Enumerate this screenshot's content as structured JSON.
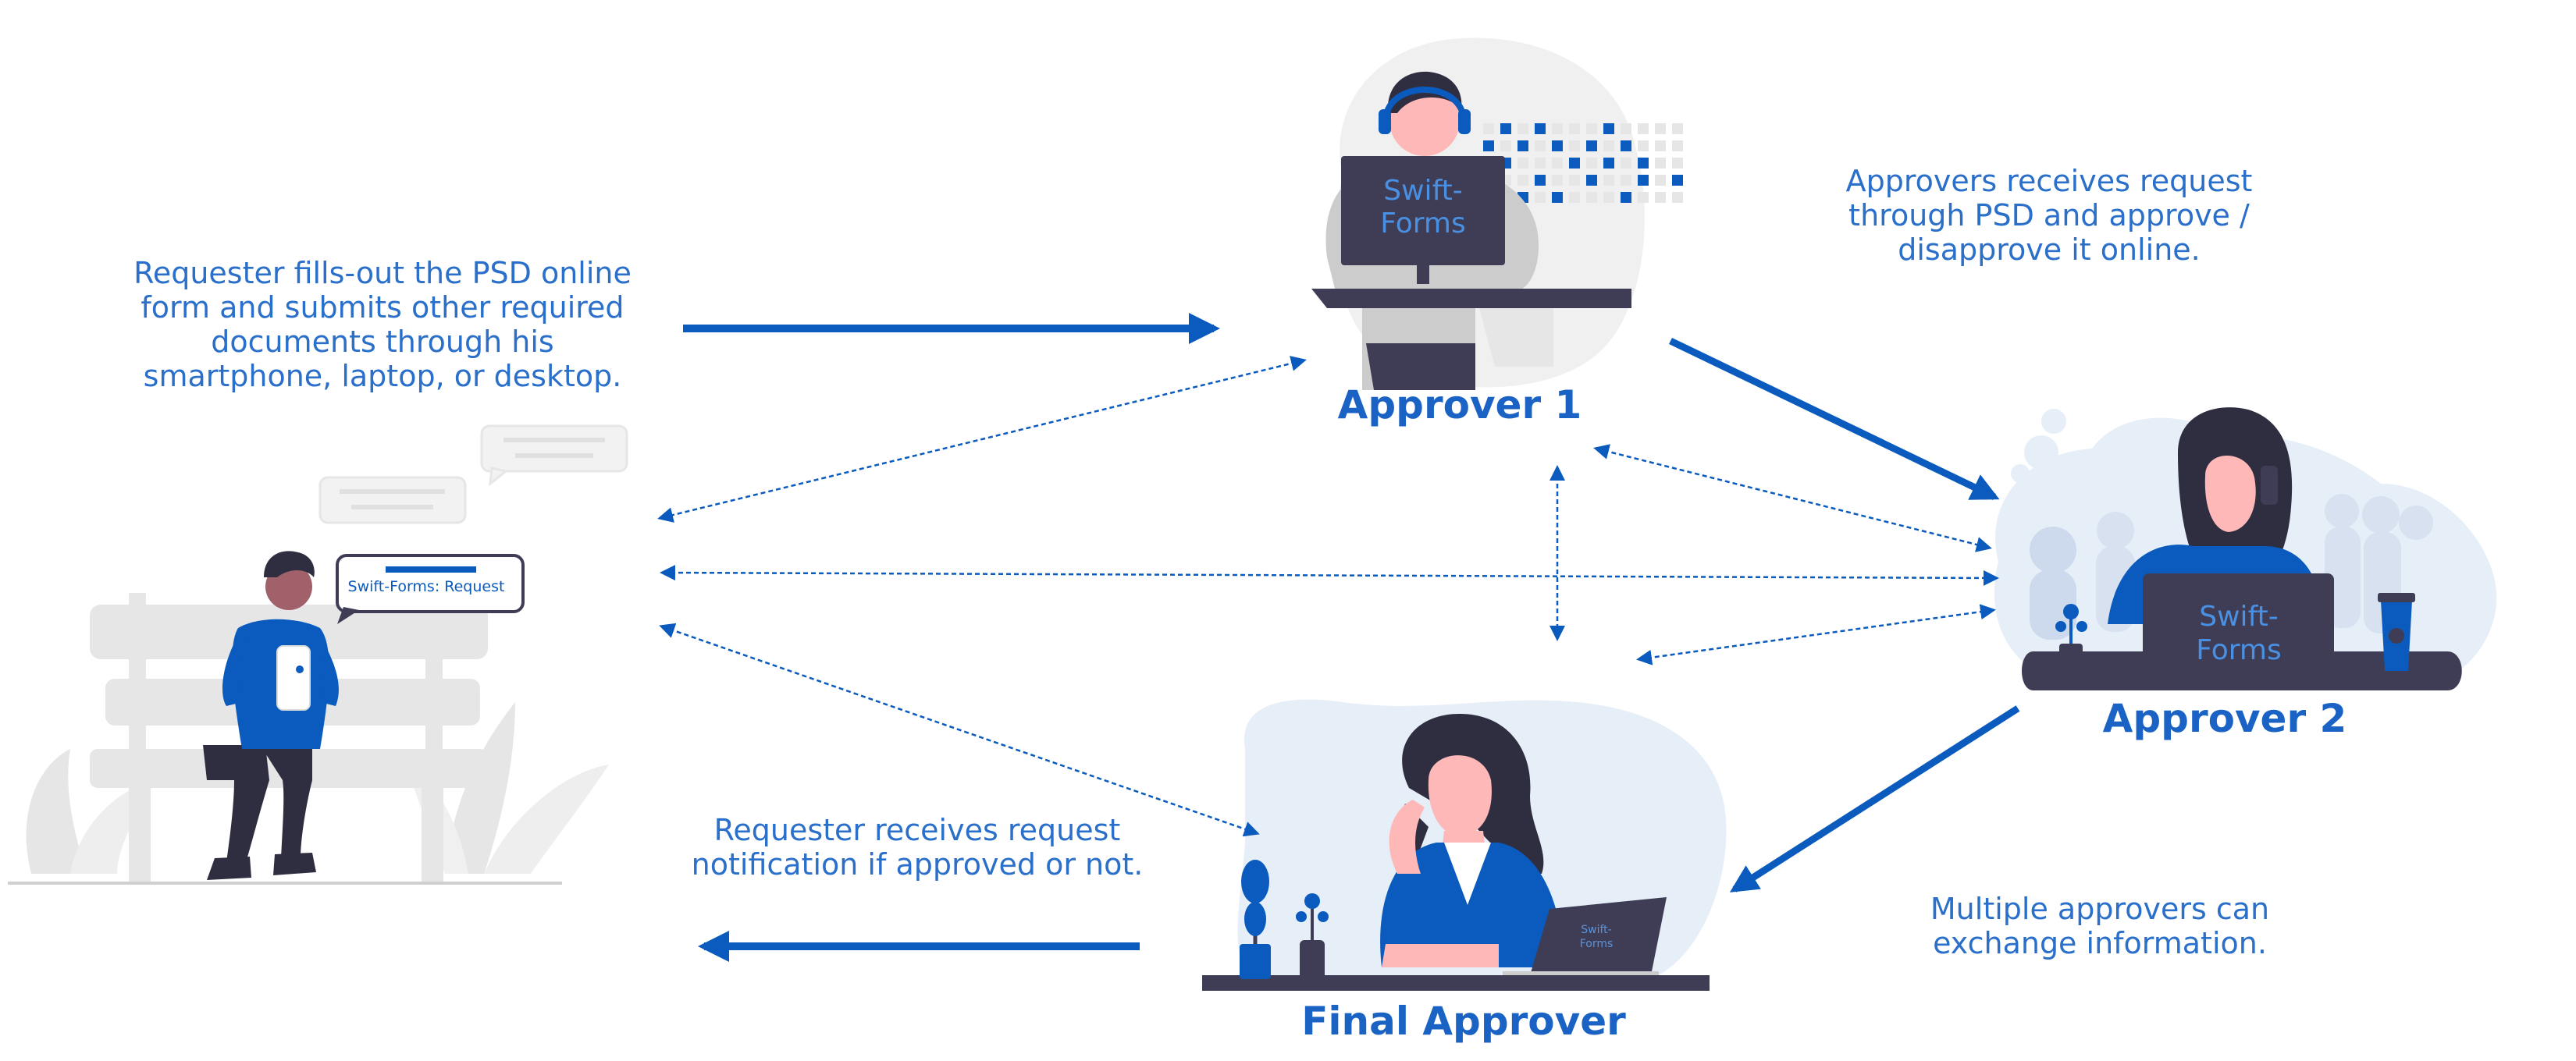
{
  "captions": {
    "requester_submit": [
      "Requester fills-out the PSD online",
      "form and submits other required",
      "documents through his",
      "smartphone, laptop, or desktop."
    ],
    "approvers_receive": [
      "Approvers receives request",
      "through PSD and approve /",
      "disapprove it online."
    ],
    "requester_notified": [
      "Requester receives request",
      "notification if approved or not."
    ],
    "multiple_approvers": [
      "Multiple approvers can",
      "exchange information."
    ]
  },
  "roles": {
    "approver1": "Approver 1",
    "approver2": "Approver 2",
    "final_approver": "Final Approver"
  },
  "screens": {
    "approver1_line1": "Swift-",
    "approver1_line2": "Forms",
    "approver2_line1": "Swift-",
    "approver2_line2": "Forms",
    "final_line1": "Swift-",
    "final_line2": "Forms",
    "phone_bubble": "Swift-Forms: Request"
  },
  "colors": {
    "primary_blue": "#0a5bbd",
    "text_blue": "#2a6fc9",
    "dark_navy": "#3f3d56",
    "light_blob": "#e6eef8",
    "grey": "#e6e6e6"
  }
}
